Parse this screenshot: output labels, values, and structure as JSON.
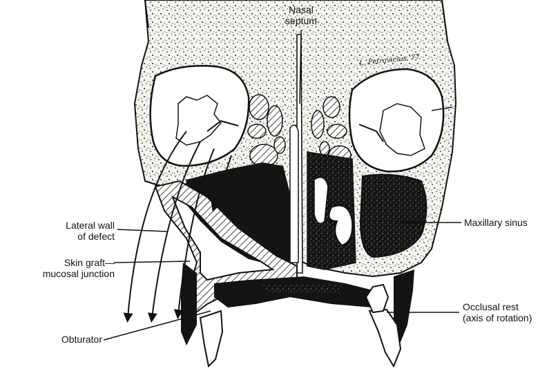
{
  "labels": {
    "nasal_septum_line1": "Nasal",
    "nasal_septum_line2": "septum",
    "lateral_wall_line1": "Lateral wall",
    "lateral_wall_line2": "of defect",
    "skin_graft_line1": "Skin graft—",
    "skin_graft_line2": "mucosal junction",
    "obturator": "Obturator",
    "maxillary_sinus": "Maxillary sinus",
    "occlusal_rest_line1": "Occlusal rest",
    "occlusal_rest_line2": "(axis of rotation)"
  },
  "artist_signature": "L. Petravicius '77",
  "colors": {
    "ink": "#111111",
    "bone_fill": "#f4f2ee",
    "dark_cavity": "#141414",
    "paper": "#ffffff"
  }
}
